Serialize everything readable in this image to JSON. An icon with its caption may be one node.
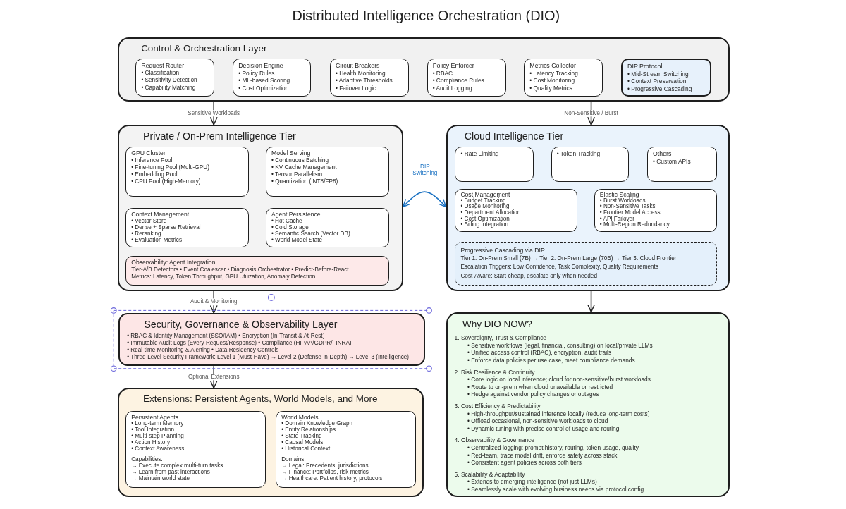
{
  "diagram": {
    "title": "Distributed Intelligence Orchestration (DIO)",
    "nodes": [
      {
        "text": [
          "Control & Orchestration Layer"
        ]
      },
      {
        "text": [
          "Request Router",
          "• Classification",
          "• Sensitivity Detection",
          "• Capability Matching"
        ],
        "in": 0
      },
      {
        "text": [
          "Decision Engine",
          "• Policy Rules",
          "• ML-based Scoring",
          "• Cost Optimization"
        ],
        "in": 0
      },
      {
        "text": [
          "Circuit Breakers",
          "• Health Monitoring",
          "• Adaptive Thresholds",
          "• Failover Logic"
        ],
        "in": 0
      },
      {
        "text": [
          "Policy Enforcer",
          "• RBAC",
          "• Compliance Rules",
          "• Audit Logging"
        ],
        "in": 0
      },
      {
        "text": [
          "Metrics Collector",
          "• Latency Tracking",
          "• Cost Monitoring",
          "• Quality Metrics"
        ],
        "in": 0
      },
      {
        "text": [
          "DIP Protocol",
          "• Mid-Stream Switching",
          "• Context Preservation",
          "• Progressive Cascading"
        ],
        "in": 0
      },
      {
        "text": [
          "Private / On-Prem Intelligence Tier"
        ]
      },
      {
        "text": [
          "GPU Cluster",
          "• Inference Pool",
          "• Fine-tuning Pool (Multi-GPU)",
          "• Embedding Pool",
          "• CPU Pool (High-Memory)"
        ],
        "in": 7
      },
      {
        "text": [
          "Model Serving",
          "• Continuous Batching",
          "• KV Cache Management",
          "• Tensor Parallelism",
          "• Quantization (INT8/FP8)"
        ],
        "in": 7
      },
      {
        "text": [
          "Context Management",
          "• Vector Store",
          "• Dense + Sparse Retrieval",
          "• Reranking",
          "• Evaluation Metrics"
        ],
        "in": 7
      },
      {
        "text": [
          "Agent Persistence",
          "• Hot Cache",
          "• Cold Storage",
          "• Semantic Search (Vector DB)",
          "• World Model State"
        ],
        "in": 7
      },
      {
        "text": [
          "Observability: Agent Integration",
          "Tier-A/B Detectors • Event Coalescer • Diagnosis Orchestrator • Predict-Before-React",
          "Metrics: Latency, Token Throughput, GPU Utilization, Anomaly Detection"
        ],
        "in": 7
      },
      {
        "text": [
          "Cloud Intelligence Tier"
        ]
      },
      {
        "text": [
          "• Rate Limiting"
        ],
        "in": 13
      },
      {
        "text": [
          "• Token Tracking"
        ],
        "in": 13
      },
      {
        "text": [
          "Others",
          "• Custom APIs"
        ],
        "in": 13
      },
      {
        "text": [
          "Cost Management",
          "• Budget Tracking",
          "• Usage Monitoring",
          "• Department Allocation",
          "• Cost Optimization",
          "• Billing Integration"
        ],
        "in": 13
      },
      {
        "text": [
          "Elastic Scaling",
          "• Burst Workloads",
          "• Non-Sensitive Tasks",
          "• Frontier Model Access",
          "• API Failover",
          "• Multi-Region Redundancy"
        ],
        "in": 13
      },
      {
        "text": [
          "Progressive Cascading via DIP",
          "Tier 1: On-Prem Small (7B) → Tier 2: On-Prem Large (70B) → Tier 3: Cloud Frontier",
          "Escalation Triggers: Low Confidence, Task Complexity, Quality Requirements",
          "Cost-Aware: Start cheap, escalate only when needed"
        ],
        "in": 13
      },
      {
        "text": [
          "Security, Governance & Observability Layer",
          "• RBAC & Identity Management (SSO/IAM) • Encryption (In-Transit & At-Rest)",
          "• Immutable Audit Logs (Every Request/Response) • Compliance (HIPAA/GDPR/FINRA)",
          "• Real-time Monitoring & Alerting • Data Residency Controls",
          "• Three-Level Security Framework: Level 1 (Must-Have) → Level 2 (Defense-in-Depth) → Level 3 (Intelligence)"
        ]
      },
      {
        "text": [
          "Extensions: Persistent Agents, World Models, and More"
        ]
      },
      {
        "text": [
          "Persistent Agents",
          "• Long-term Memory",
          "• Tool Integration",
          "• Multi-step Planning",
          "• Action History",
          "• Context Awareness",
          "Capabilities:",
          "→ Execute complex multi-turn tasks",
          "→ Learn from past interactions",
          "→ Maintain world state"
        ],
        "in": 21
      },
      {
        "text": [
          "World Models",
          "• Domain Knowledge Graph",
          "• Entity Relationships",
          "• State Tracking",
          "• Causal Models",
          "• Historical Context",
          "Domains:",
          "→ Legal: Precedents, jurisdictions",
          "→ Finance: Portfolios, risk metrics",
          "→ Healthcare: Patient history, protocols"
        ],
        "in": 21
      },
      {
        "text": [
          "Why DIO NOW?",
          "1. Sovereignty, Trust & Compliance",
          "• Sensitive workflows (legal, financial, consulting) on local/private LLMs",
          "• Unified access control (RBAC), encryption, audit trails",
          "• Enforce data policies per use case, meet compliance demands",
          "2. Risk Resilience & Continuity",
          "• Core logic on local inference; cloud for non-sensitive/burst workloads",
          "• Route to on-prem when cloud unavailable or restricted",
          "• Hedge against vendor policy changes or outages",
          "3. Cost Efficiency & Predictability",
          "• High-throughput/sustained inference locally (reduce long-term costs)",
          "• Offload occasional, non-sensitive workloads to cloud",
          "• Dynamic tuning with precise control of usage and routing",
          "4. Observability & Governance",
          "• Centralized logging: prompt history, routing, token usage, quality",
          "• Red-team, trace model drift, enforce safety across stack",
          "• Consistent agent policies across both tiers",
          "5. Scalability & Adaptability",
          "• Extends to emerging intelligence (not just LLMs)",
          "• Seamlessly scale with evolving business needs via protocol config"
        ]
      }
    ],
    "edges": [
      {
        "from": 0,
        "to": 7,
        "arrow": "to",
        "label": "Sensitive Workloads"
      },
      {
        "from": 0,
        "to": 13,
        "arrow": "to",
        "label": "Non-Sensitive / Burst"
      },
      {
        "from": 7,
        "to": 13,
        "arrow": "both",
        "label": "DIP Switching",
        "color": "#1971c2"
      },
      {
        "from": 7,
        "to": 20,
        "arrow": "to",
        "label": "Audit & Monitoring"
      },
      {
        "from": 20,
        "to": 21,
        "arrow": "to",
        "label": "Optional Extensions"
      },
      {
        "from": 13,
        "to": 24,
        "arrow": "to"
      }
    ]
  }
}
